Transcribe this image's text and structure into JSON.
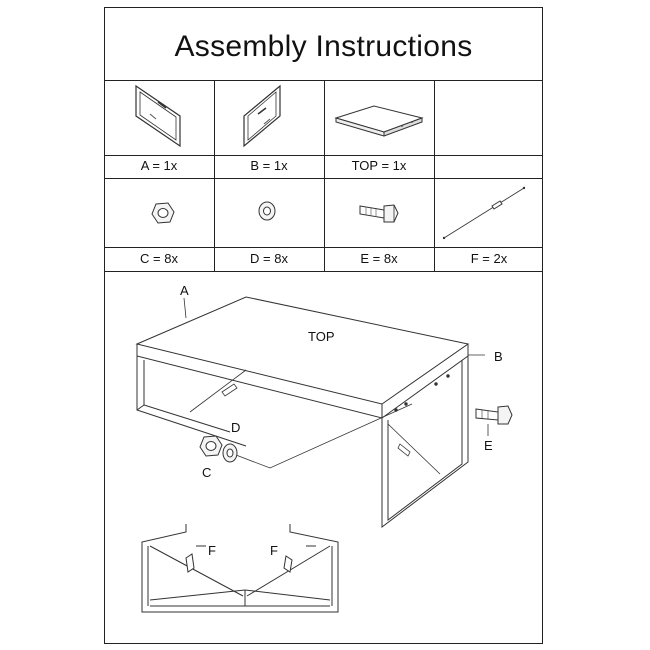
{
  "title": "Assembly Instructions",
  "parts": [
    {
      "id": "A",
      "label": "A = 1x",
      "icon": "side-frame-a-icon"
    },
    {
      "id": "B",
      "label": "B = 1x",
      "icon": "side-frame-b-icon"
    },
    {
      "id": "TOP",
      "label": "TOP = 1x",
      "icon": "table-top-icon"
    },
    {
      "id": "C",
      "label": "C = 8x",
      "icon": "nut-icon"
    },
    {
      "id": "D",
      "label": "D = 8x",
      "icon": "washer-icon"
    },
    {
      "id": "E",
      "label": "E = 8x",
      "icon": "bolt-icon"
    },
    {
      "id": "F",
      "label": "F = 2x",
      "icon": "tension-rod-icon"
    }
  ],
  "diagram_labels": {
    "a": "A",
    "top": "TOP",
    "b": "B",
    "d": "D",
    "c": "C",
    "e": "E",
    "f1": "F",
    "f2": "F"
  }
}
